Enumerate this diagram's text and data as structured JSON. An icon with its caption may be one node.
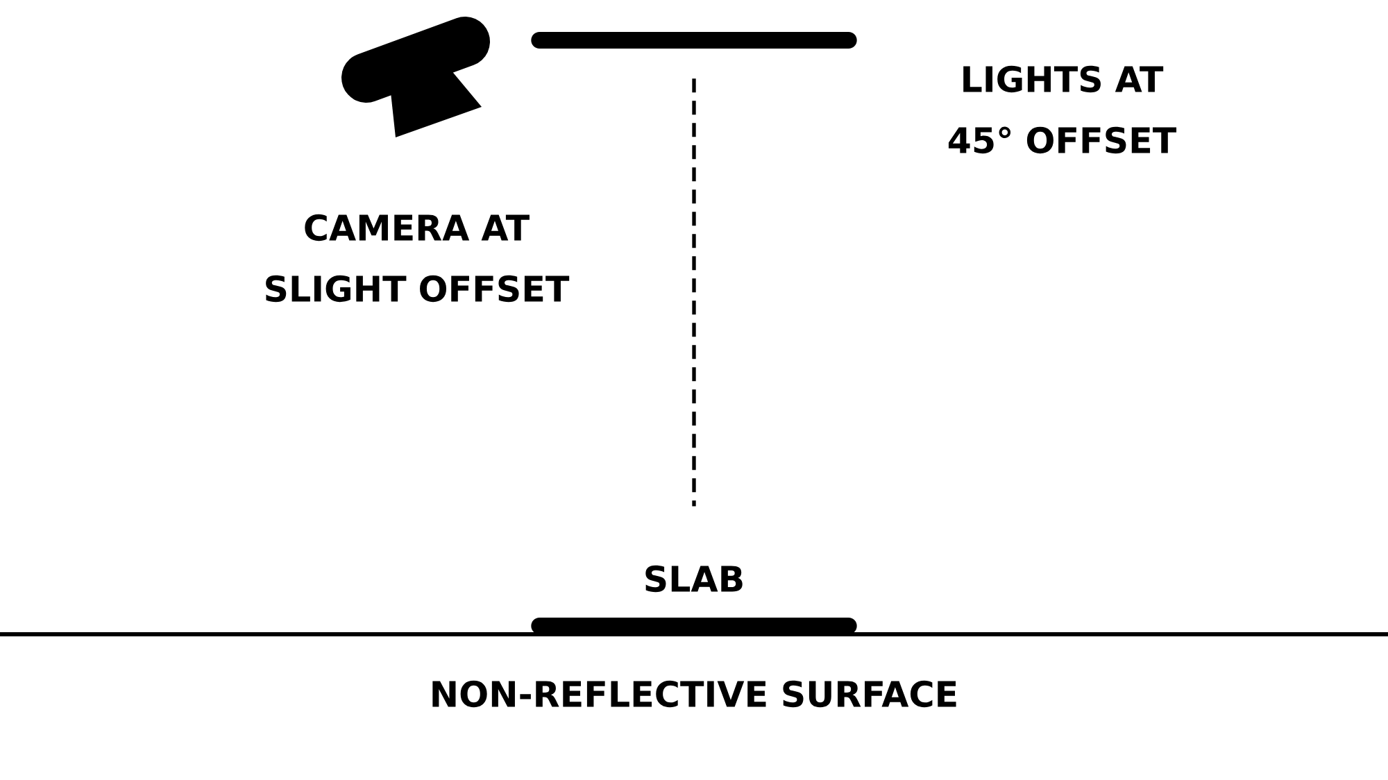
{
  "diagram": {
    "nodes": [
      {
        "text": [],
        "shape": "picture",
        "beside": [
          "CAMERA AT SLIGHT OFFSET"
        ]
      },
      {
        "text": [],
        "shape": "bar",
        "beside": [
          "LIGHTS AT 45° OFFSET"
        ]
      },
      {
        "text": [],
        "shape": "bar",
        "beside": [
          "SLAB"
        ]
      }
    ],
    "edges": [
      {
        "from": 1,
        "to": 2,
        "arrow": "none",
        "style": "dashed"
      }
    ],
    "labels": [
      "NON-REFLECTIVE SURFACE"
    ]
  }
}
